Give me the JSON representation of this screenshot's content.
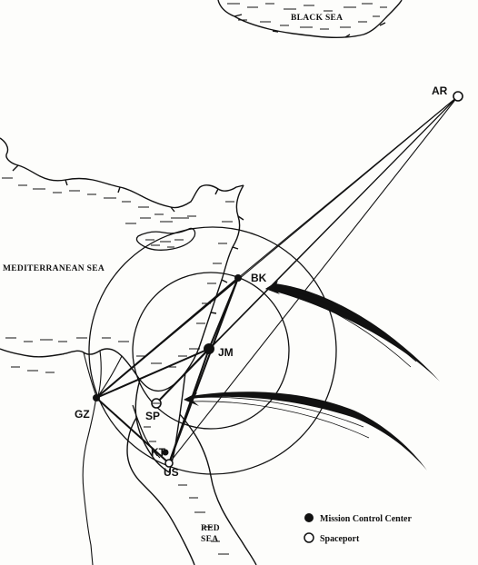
{
  "seas": {
    "black_sea": "BLACK SEA",
    "mediterranean": "MEDITERRANEAN SEA",
    "red_sea_line1": "RED",
    "red_sea_line2": "SEA"
  },
  "sites": {
    "ar": "AR",
    "bk": "BK",
    "jm": "JM",
    "gz": "GZ",
    "sp": "SP",
    "kt": "KT",
    "us": "US"
  },
  "legend": {
    "mission_control": "Mission Control Center",
    "spaceport": "Spaceport"
  },
  "colors": {
    "ink": "#111111",
    "paper": "#fdfdfb"
  }
}
